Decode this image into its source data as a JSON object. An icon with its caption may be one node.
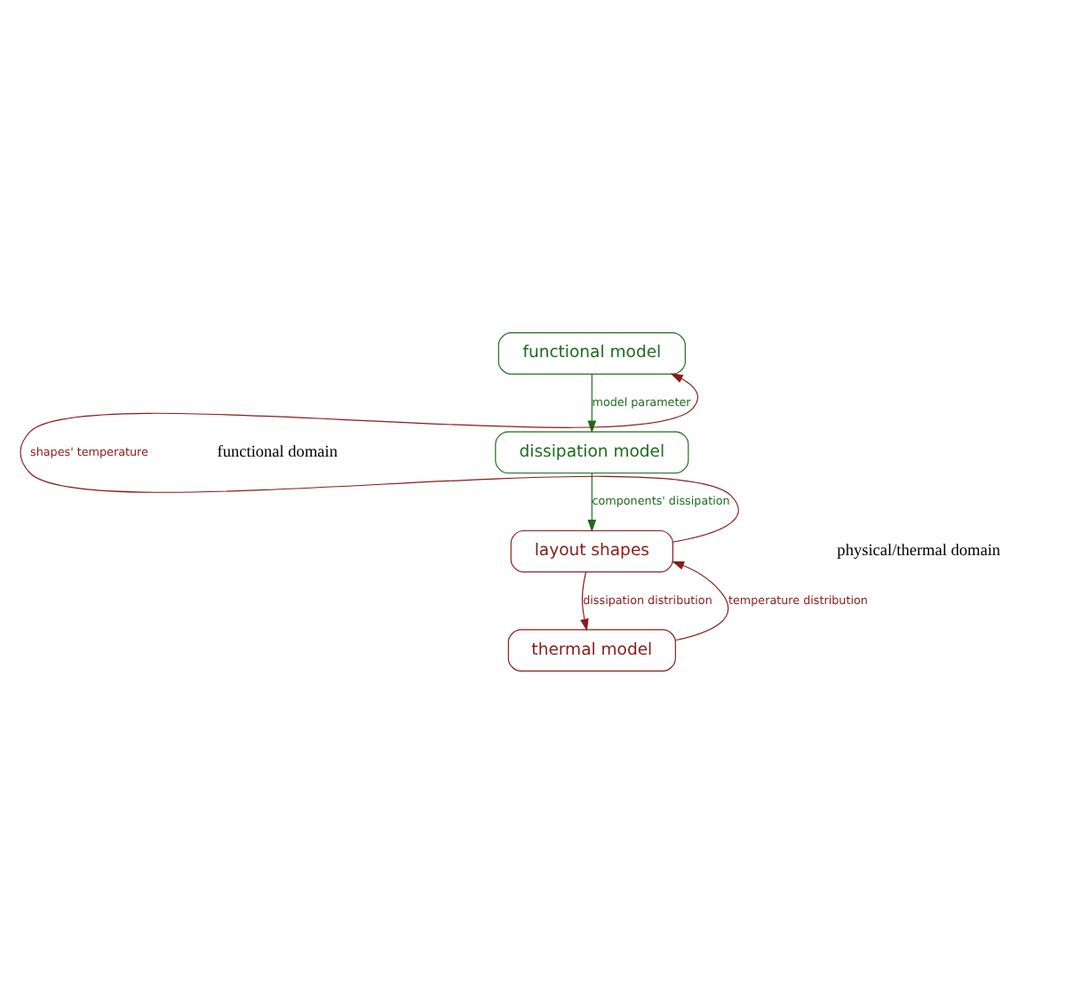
{
  "diagram": {
    "nodes": [
      {
        "text": [
          "functional model"
        ]
      },
      {
        "text": [
          "dissipation model"
        ]
      },
      {
        "text": [
          "layout shapes"
        ]
      },
      {
        "text": [
          "thermal model"
        ]
      }
    ],
    "edges": [
      {
        "from": 0,
        "to": 1,
        "arrow": "to",
        "label": "model parameter",
        "color": "#1e6b1e"
      },
      {
        "from": 1,
        "to": 2,
        "arrow": "to",
        "label": "components' dissipation",
        "color": "#1e6b1e"
      },
      {
        "from": 2,
        "to": 3,
        "arrow": "to",
        "label": "dissipation distribution"
      },
      {
        "from": 3,
        "to": 2,
        "arrow": "to",
        "label": "temperature distribution"
      },
      {
        "from": 2,
        "to": 0,
        "arrow": "to",
        "label": "shapes' temperature"
      }
    ],
    "labels": [
      "functional domain",
      "physical/thermal domain"
    ]
  }
}
